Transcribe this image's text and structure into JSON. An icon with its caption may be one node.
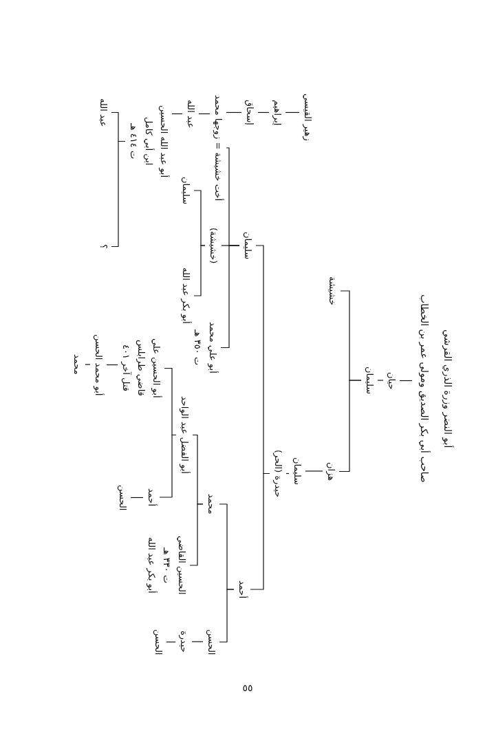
{
  "diagram": {
    "nodes": [
      {
        "text": [
          "أبو النضر وزرة الذري القرشي",
          "صاحب أبي بكر الصديق ومولى عمر بن الخطاب"
        ]
      },
      {
        "text": [
          "حيان"
        ]
      },
      {
        "text": [
          "سليمان"
        ]
      },
      {
        "text": [
          "خشيشة"
        ]
      },
      {
        "text": [
          "هزان"
        ]
      },
      {
        "text": [
          "سليمان"
        ]
      },
      {
        "text": [
          "حيدرة (الحر)"
        ]
      },
      {
        "text": [
          "سليمان"
        ]
      },
      {
        "text": [
          "أحمد"
        ]
      },
      {
        "text": [
          "أخت خشيشة = زوجها محمد"
        ]
      },
      {
        "text": [
          "إسحاق"
        ]
      },
      {
        "text": [
          "إبراهيم"
        ]
      },
      {
        "text": [
          "زهير القيسي"
        ]
      },
      {
        "text": [
          "(خشيشة)"
        ]
      },
      {
        "text": [
          "أبو علي محمد",
          "ت ٣٥٠ هـ"
        ]
      },
      {
        "text": [
          "محمد"
        ]
      },
      {
        "text": [
          "الحسن"
        ]
      },
      {
        "text": [
          "عبد الله"
        ]
      },
      {
        "text": [
          "أبو عبد الله الحسين",
          "ابن أبي كامل",
          "ت ٤١٤ هـ"
        ]
      },
      {
        "text": [
          "عبد الله"
        ]
      },
      {
        "text": [
          "؟"
        ]
      },
      {
        "text": [
          "سليمان"
        ]
      },
      {
        "text": [
          "أبو بكر عبد الله"
        ]
      },
      {
        "text": [
          "أبو الفضل عبد الواحد"
        ]
      },
      {
        "text": [
          "الحسين القاضي",
          "ت ٣٣٠ هـ",
          "أبو بكر عبد الله"
        ]
      },
      {
        "text": [
          "أبو الحسين علي",
          "قاضي طرابلس",
          "قتل آخر ٤٠١"
        ]
      },
      {
        "text": [
          "أحمد"
        ]
      },
      {
        "text": [
          "أبو محمد الحسن"
        ]
      },
      {
        "text": [
          "محمد"
        ]
      },
      {
        "text": [
          "الحسن"
        ]
      },
      {
        "text": [
          "حيدرة"
        ]
      },
      {
        "text": [
          "الحسن"
        ]
      }
    ],
    "edges": [
      {
        "from": 0,
        "to": 1,
        "arrow": "none"
      },
      {
        "from": 1,
        "to": 2,
        "arrow": "none"
      },
      {
        "from": 2,
        "to": 3,
        "arrow": "none"
      },
      {
        "from": 2,
        "to": 4,
        "arrow": "none"
      },
      {
        "from": 4,
        "to": 5,
        "arrow": "none"
      },
      {
        "from": 5,
        "to": 6,
        "arrow": "none"
      },
      {
        "from": 6,
        "to": 7,
        "arrow": "none"
      },
      {
        "from": 6,
        "to": 8,
        "arrow": "none"
      },
      {
        "from": 12,
        "to": 11,
        "arrow": "none"
      },
      {
        "from": 11,
        "to": 10,
        "arrow": "none"
      },
      {
        "from": 10,
        "to": 9,
        "arrow": "none"
      },
      {
        "from": 7,
        "to": 9,
        "arrow": "none"
      },
      {
        "from": 7,
        "to": 13,
        "arrow": "none"
      },
      {
        "from": 7,
        "to": 14,
        "arrow": "none"
      },
      {
        "from": 9,
        "to": 17,
        "arrow": "none"
      },
      {
        "from": 17,
        "to": 18,
        "arrow": "none"
      },
      {
        "from": 18,
        "to": 19,
        "arrow": "none"
      },
      {
        "from": 18,
        "to": 20,
        "arrow": "none"
      },
      {
        "from": 13,
        "to": 21,
        "arrow": "none"
      },
      {
        "from": 13,
        "to": 22,
        "arrow": "none"
      },
      {
        "from": 15,
        "to": 23,
        "arrow": "none"
      },
      {
        "from": 15,
        "to": 24,
        "arrow": "none"
      },
      {
        "from": 23,
        "to": 25,
        "arrow": "none"
      },
      {
        "from": 23,
        "to": 26,
        "arrow": "none"
      },
      {
        "from": 25,
        "to": 27,
        "arrow": "none"
      },
      {
        "from": 27,
        "to": 28,
        "arrow": "none"
      },
      {
        "from": 26,
        "to": 29,
        "arrow": "none"
      },
      {
        "from": 8,
        "to": 15,
        "arrow": "none"
      },
      {
        "from": 8,
        "to": 16,
        "arrow": "none"
      },
      {
        "from": 16,
        "to": 30,
        "arrow": "none"
      },
      {
        "from": 30,
        "to": 31,
        "arrow": "none"
      }
    ],
    "labels": [
      "٥٥"
    ]
  }
}
